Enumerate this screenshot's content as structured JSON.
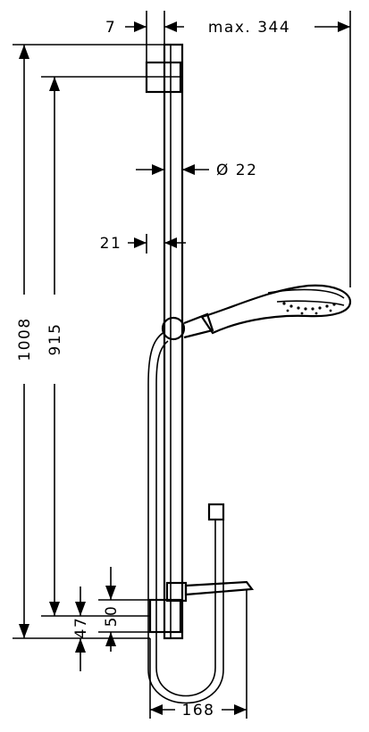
{
  "dimensions": {
    "wall_offset": "7",
    "max_projection": "max. 344",
    "diameter": "Ø 22",
    "rail_depth": "21",
    "height_total": "1008",
    "height_bracket": "915",
    "bracket_height": "50",
    "bracket_offset": "47",
    "shelf_width": "168"
  },
  "colors": {
    "line": "#000000",
    "background": "#ffffff"
  }
}
